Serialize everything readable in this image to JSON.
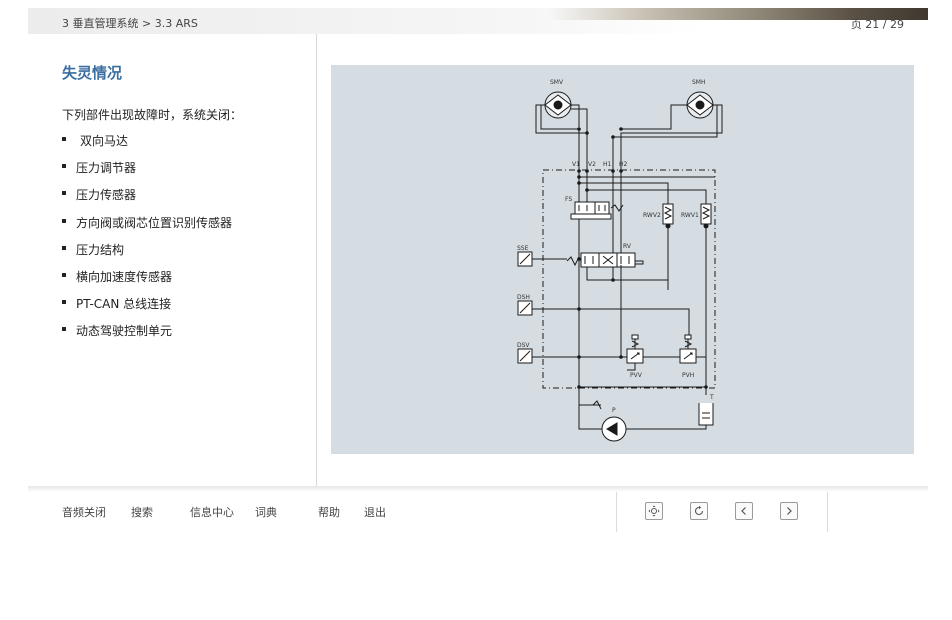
{
  "header": {
    "breadcrumb": "3 垂直管理系统 > 3.3 ARS",
    "page_indicator": "页 21 / 29"
  },
  "content": {
    "title": "失灵情况",
    "intro": "下列部件出现故障时，系统关闭：",
    "bullets": [
      "双向马达",
      "压力调节器",
      "压力传感器",
      "方向阀或阀芯位置识别传感器",
      "压力结构",
      "横向加速度传感器",
      "PT-CAN 总线连接",
      "动态驾驶控制单元"
    ]
  },
  "diagram": {
    "labels": {
      "smv": "SMV",
      "smh": "SMH",
      "v1": "V1",
      "v2": "V2",
      "h1": "H1",
      "h2": "H2",
      "fs": "FS",
      "rv": "RV",
      "rwv2": "RWV2",
      "rwv1": "RWV1",
      "sse": "SSE",
      "dsh": "DSH",
      "dsv": "DSV",
      "pvv": "PVV",
      "pvh": "PVH",
      "p": "P",
      "t": "T"
    },
    "colors": {
      "background": "#d5dde2",
      "line": "#1a1a1a"
    }
  },
  "footer": {
    "links": [
      "音频关闭",
      "搜索",
      "信息中心",
      "词典",
      "帮助",
      "退出"
    ],
    "nav_icons": [
      "overview-icon",
      "reload-icon",
      "previous-icon",
      "next-icon"
    ]
  },
  "theme": {
    "title_color": "#3b6ea0"
  }
}
